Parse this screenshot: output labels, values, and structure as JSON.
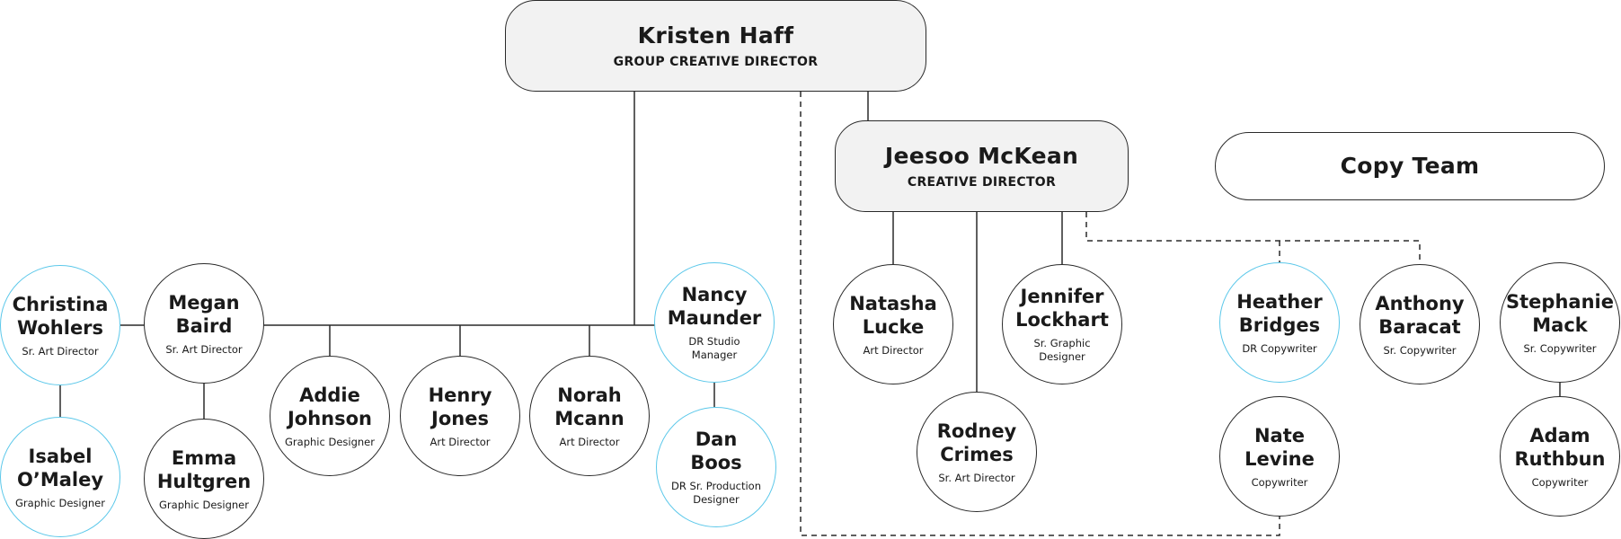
{
  "org": {
    "director": {
      "name": "Kristen Haff",
      "title": "GROUP CREATIVE DIRECTOR"
    },
    "creative_director": {
      "name": "Jeesoo McKean",
      "title": "CREATIVE DIRECTOR"
    },
    "copy_team": {
      "label": "Copy Team"
    },
    "people": [
      {
        "name": "Christina\nWohlers",
        "role": "Sr. Art Director",
        "highlight": true
      },
      {
        "name": "Megan\nBaird",
        "role": "Sr. Art Director",
        "highlight": false
      },
      {
        "name": "Isabel\nO’Maley",
        "role": "Graphic Designer",
        "highlight": true
      },
      {
        "name": "Emma\nHultgren",
        "role": "Graphic Designer",
        "highlight": false
      },
      {
        "name": "Addie\nJohnson",
        "role": "Graphic Designer",
        "highlight": false
      },
      {
        "name": "Henry\nJones",
        "role": "Art Director",
        "highlight": false
      },
      {
        "name": "Norah\nMcann",
        "role": "Art Director",
        "highlight": false
      },
      {
        "name": "Nancy\nMaunder",
        "role": "DR Studio\nManager",
        "highlight": true
      },
      {
        "name": "Dan\nBoos",
        "role": "DR Sr. Production\nDesigner",
        "highlight": true
      },
      {
        "name": "Natasha\nLucke",
        "role": "Art Director",
        "highlight": false
      },
      {
        "name": "Jennifer\nLockhart",
        "role": "Sr. Graphic\nDesigner",
        "highlight": false
      },
      {
        "name": "Rodney\nCrimes",
        "role": "Sr. Art Director",
        "highlight": false
      },
      {
        "name": "Heather\nBridges",
        "role": "DR Copywriter",
        "highlight": true
      },
      {
        "name": "Anthony\nBaracat",
        "role": "Sr. Copywriter",
        "highlight": false
      },
      {
        "name": "Stephanie\nMack",
        "role": "Sr. Copywriter",
        "highlight": false
      },
      {
        "name": "Nate\nLevine",
        "role": "Copywriter",
        "highlight": false
      },
      {
        "name": "Adam\nRuthbun",
        "role": "Copywriter",
        "highlight": false
      }
    ]
  },
  "colors": {
    "line": "#2a2a2a",
    "highlight_border": "#5cc8ea",
    "box_fill": "#f2f2f2"
  }
}
